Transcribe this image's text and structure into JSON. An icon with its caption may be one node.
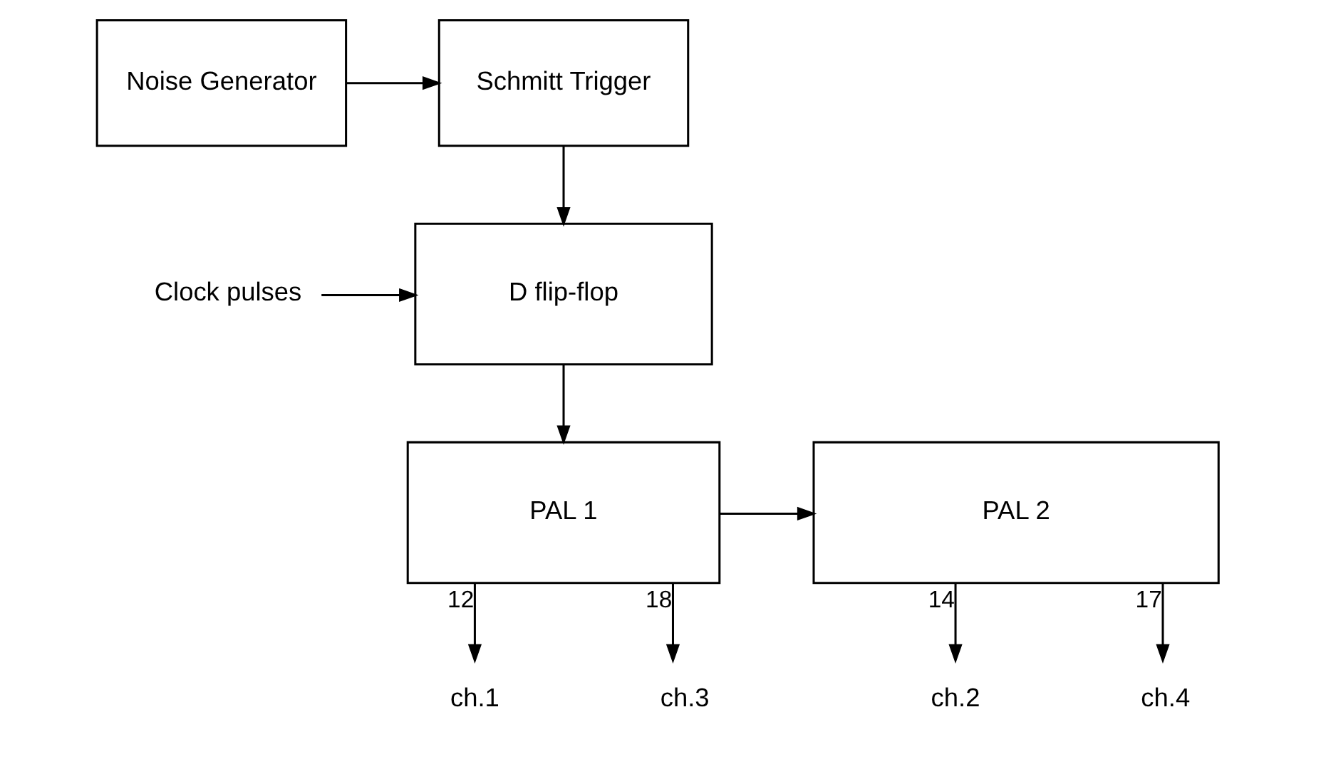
{
  "diagram": {
    "nodes": [
      {
        "text": [
          "Noise Generator"
        ]
      },
      {
        "text": [
          "Schmitt Trigger"
        ]
      },
      {
        "text": [
          "D flip-flop"
        ]
      },
      {
        "text": [
          "Clock pulses"
        ]
      },
      {
        "text": [
          "PAL 2"
        ]
      },
      {
        "text": [
          "PAL 1"
        ]
      },
      {
        "text": [
          "ch.2"
        ]
      },
      {
        "text": [
          "ch.1"
        ]
      },
      {
        "text": [
          "ch.4"
        ]
      },
      {
        "text": [
          "ch.3"
        ]
      }
    ],
    "edges": [
      {
        "from": 0,
        "to": 1,
        "arrow": "to"
      },
      {
        "from": 1,
        "to": 2,
        "arrow": "to"
      },
      {
        "from": 3,
        "to": 2,
        "arrow": "to"
      },
      {
        "from": 2,
        "to": 5,
        "arrow": "to"
      },
      {
        "from": 5,
        "to": 4,
        "arrow": "to"
      },
      {
        "from": 4,
        "to": 8,
        "label": "17",
        "arrow": "to"
      },
      {
        "from": 4,
        "to": 6,
        "label": "14",
        "arrow": "to"
      },
      {
        "from": 5,
        "to": 9,
        "label": "18",
        "arrow": "to"
      },
      {
        "from": 5,
        "to": 7,
        "label": "12",
        "arrow": "to"
      }
    ]
  }
}
